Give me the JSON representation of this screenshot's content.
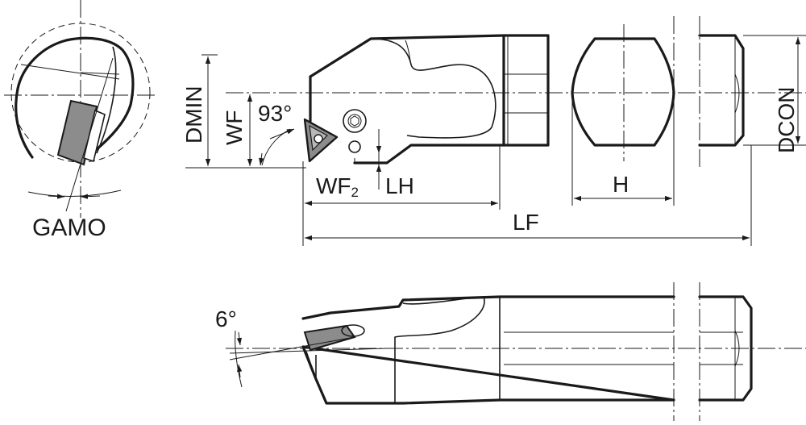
{
  "labels": {
    "gamo": "GAMO",
    "dmin": "DMIN",
    "wf": "WF",
    "angle_top": "93°",
    "wf2_base": "WF",
    "wf2_sub": "2",
    "lh": "LH",
    "lf": "LF",
    "h": "H",
    "dcon": "DCON",
    "angle_side": "6°"
  },
  "colors": {
    "line": "#1a1a1a",
    "insert_fill": "#8c8c8c",
    "insert_light": "#b8b8b8",
    "background": "#ffffff"
  }
}
